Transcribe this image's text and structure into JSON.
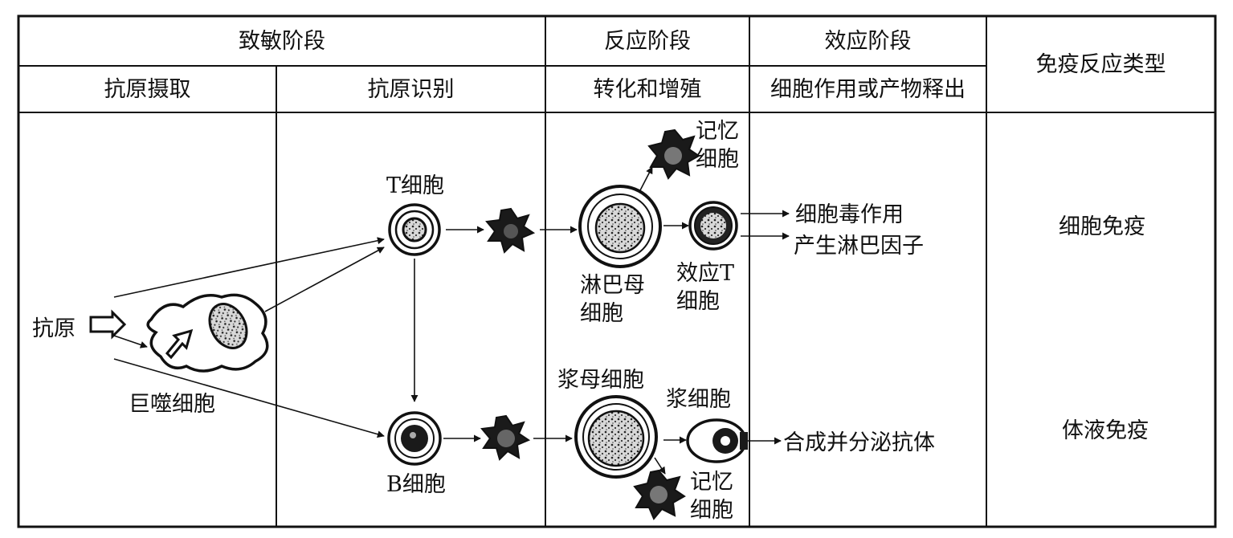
{
  "header": {
    "stage_sensitization": "致敏阶段",
    "stage_reaction": "反应阶段",
    "stage_effector": "效应阶段",
    "response_type": "免疫反应类型"
  },
  "subheader": {
    "antigen_uptake": "抗原摄取",
    "antigen_recognition": "抗原识别",
    "transformation_proliferation": "转化和增殖",
    "cell_action_or_product_release": "细胞作用或产物释出"
  },
  "diagram": {
    "antigen": "抗原",
    "macrophage": "巨噬细胞",
    "t_cell": "T细胞",
    "b_cell": "B细胞",
    "memory_cell_top": [
      "记忆",
      "细胞"
    ],
    "lymphoblast": [
      "淋巴母",
      "细胞"
    ],
    "effector_t_cell": [
      "效应T",
      "细胞"
    ],
    "plasmablast": "浆母细胞",
    "plasma_cell": "浆细胞",
    "memory_cell_bottom": [
      "记忆",
      "细胞"
    ],
    "cytotoxicity": "细胞毒作用",
    "lymphokine_production": "产生淋巴因子",
    "antibody_secretion": "合成并分泌抗体",
    "cellular_immunity": "细胞免疫",
    "humoral_immunity": "体液免疫"
  }
}
